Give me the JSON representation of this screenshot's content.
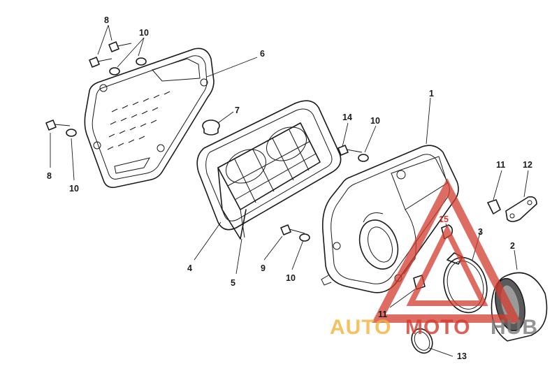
{
  "callouts": [
    {
      "label": "8"
    },
    {
      "label": "10"
    },
    {
      "label": "6"
    },
    {
      "label": "7"
    },
    {
      "label": "8"
    },
    {
      "label": "10"
    },
    {
      "label": "1"
    },
    {
      "label": "14"
    },
    {
      "label": "10"
    },
    {
      "label": "11"
    },
    {
      "label": "12"
    },
    {
      "label": "15"
    },
    {
      "label": "3"
    },
    {
      "label": "2"
    },
    {
      "label": "4"
    },
    {
      "label": "5"
    },
    {
      "label": "9"
    },
    {
      "label": "10"
    },
    {
      "label": "11"
    },
    {
      "label": "13"
    }
  ],
  "watermark": {
    "part1": "AUTO",
    "part2": "MOTO",
    "part3": "HUB",
    "color_orange": "#f2b43c",
    "color_red": "#d23b2e",
    "color_gray": "#7a7a7a"
  }
}
